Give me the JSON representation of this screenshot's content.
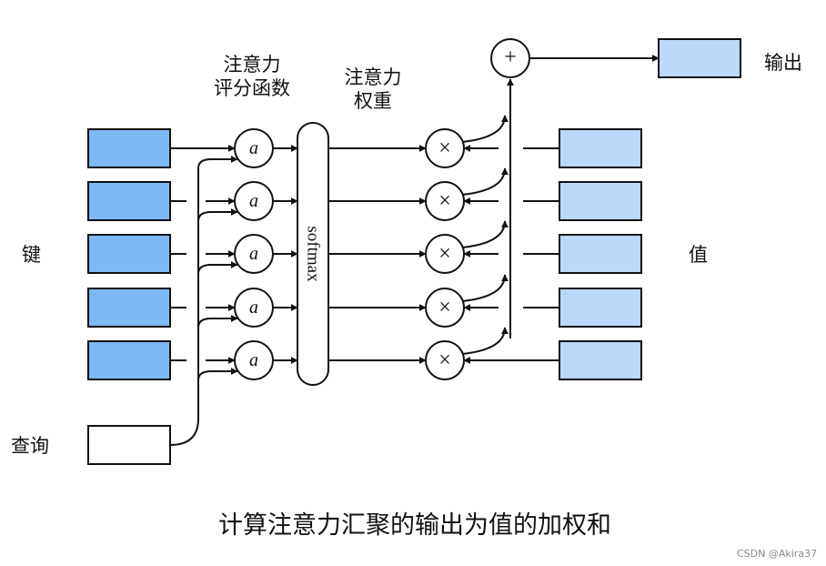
{
  "labels": {
    "scoring_title_line1": "注意力",
    "scoring_title_line2": "评分函数",
    "weights_title_line1": "注意力",
    "weights_title_line2": "权重",
    "keys": "键",
    "values": "值",
    "query": "查询",
    "output": "输出",
    "caption": "计算注意力汇聚的输出为值的加权和"
  },
  "nodes": {
    "score_symbol": "a",
    "multiply_symbol": "×",
    "add_symbol": "+",
    "softmax_label": "softmax"
  },
  "watermark": "CSDN @Akira37",
  "colors": {
    "key_fill": "#7db9f5",
    "value_fill": "#bcd8fa",
    "output_fill": "#bcd8fa",
    "query_fill": "#ffffff",
    "stroke": "#111111"
  }
}
